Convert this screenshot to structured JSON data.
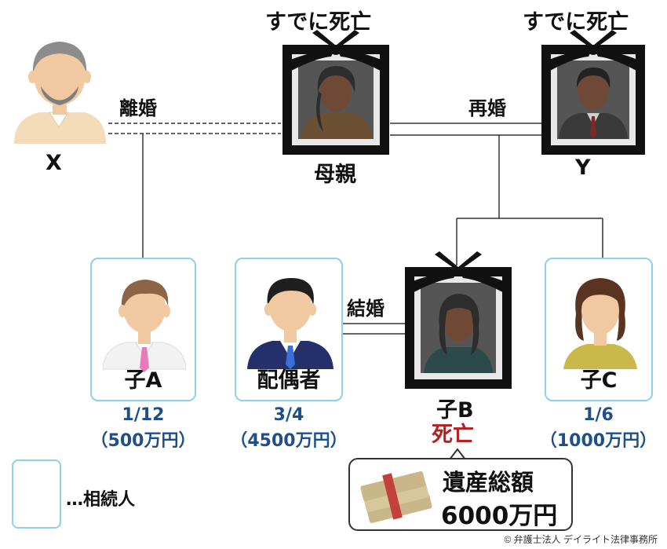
{
  "labels": {
    "already_dead_mother": "すでに死亡",
    "already_dead_y": "すでに死亡",
    "divorce": "離婚",
    "remarriage": "再婚",
    "marriage": "結婚",
    "person_x": "X",
    "mother": "母親",
    "person_y": "Y"
  },
  "heirs": [
    {
      "name": "子A",
      "share": "1/12",
      "amount": "（500万円）"
    },
    {
      "name": "配偶者",
      "share": "3/4",
      "amount": "（4500万円）"
    },
    {
      "name": "子C",
      "share": "1/6",
      "amount": "（1000万円）"
    }
  ],
  "child_b": {
    "name": "子B",
    "status": "死亡"
  },
  "estate": {
    "line1": "遺産総額",
    "line2": "6000万円"
  },
  "legend": {
    "text": "…相続人"
  },
  "credit": "© 弁護士法人 デイライト法律事務所",
  "colors": {
    "heir_border": "#8fd0ea",
    "share_text": "#1e4f8a",
    "dead_text": "#b22222",
    "ribbon": "#111111"
  }
}
